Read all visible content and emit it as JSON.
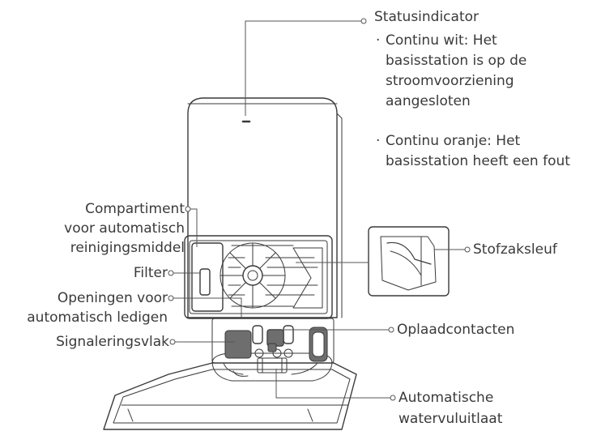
{
  "labels": {
    "status_indicator": {
      "title": "Statusindicator",
      "bullet": "·",
      "items": [
        [
          "Continu wit: Het",
          "basisstation is op de",
          "stroomvoorziening",
          "aangesloten"
        ],
        [
          "Continu oranje: Het",
          "basisstation heeft een fout"
        ]
      ]
    },
    "compartment": [
      "Compartiment",
      "voor automatisch",
      "reinigingsmiddel"
    ],
    "filter": "Filter",
    "openings": [
      "Openingen voor",
      "automatisch ledigen"
    ],
    "signal_area": "Signaleringsvlak",
    "dust_bag_slot": "Stofzaksleuf",
    "charging_contacts": "Oplaadcontacten",
    "water_outlet": [
      "Automatische",
      "watervuluitlaat"
    ]
  },
  "colors": {
    "line": "#3a3a3a",
    "leader": "#555555",
    "fill_dark": "#6e6e6e",
    "text": "#3a3a3a"
  }
}
